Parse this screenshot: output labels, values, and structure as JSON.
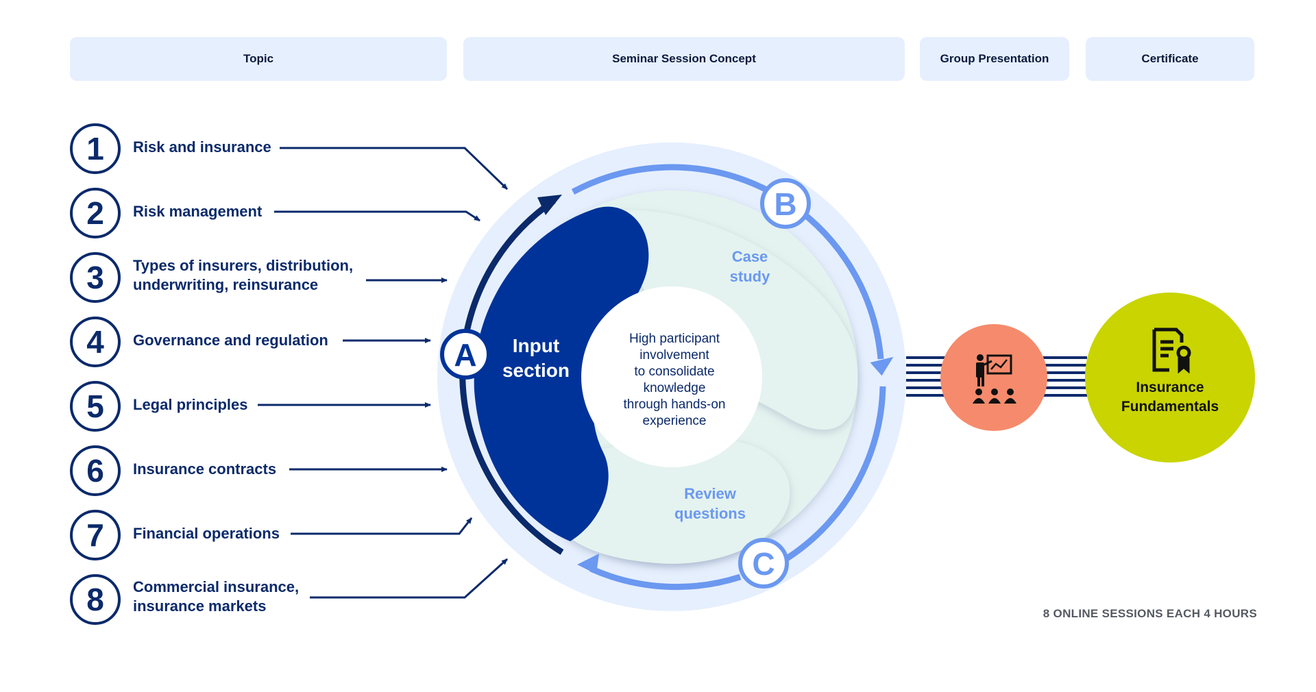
{
  "header": {
    "topic": "Topic",
    "seminar": "Seminar Session Concept",
    "group": "Group Presentation",
    "certificate": "Certificate"
  },
  "topics": [
    {
      "num": "1",
      "lines": [
        "Risk and insurance"
      ]
    },
    {
      "num": "2",
      "lines": [
        "Risk management"
      ]
    },
    {
      "num": "3",
      "lines": [
        "Types of insurers, distribution,",
        "underwriting, reinsurance"
      ]
    },
    {
      "num": "4",
      "lines": [
        "Governance and regulation"
      ]
    },
    {
      "num": "5",
      "lines": [
        "Legal principles"
      ]
    },
    {
      "num": "6",
      "lines": [
        "Insurance contracts"
      ]
    },
    {
      "num": "7",
      "lines": [
        "Financial operations"
      ]
    },
    {
      "num": "8",
      "lines": [
        "Commercial insurance,",
        "insurance markets"
      ]
    }
  ],
  "cycle": {
    "a_letter": "A",
    "b_letter": "B",
    "c_letter": "C",
    "input_lines": [
      "Input",
      "section"
    ],
    "case_lines": [
      "Case",
      "study"
    ],
    "review_lines": [
      "Review",
      "questions"
    ],
    "center_lines": [
      "High participant",
      "involvement",
      "to consolidate",
      "knowledge",
      "through hands-on",
      "experience"
    ]
  },
  "group": {
    "icon": "presentation-icon"
  },
  "certificate": {
    "icon": "certificate-icon",
    "lines": [
      "Insurance",
      "Fundamentals"
    ]
  },
  "footer": {
    "note": "8 ONLINE SESSIONS EACH 4 HOURS"
  },
  "colors": {
    "navy": "#0b2a6b",
    "royal": "#003399",
    "light_blue": "#6b98f0",
    "ring_bg": "#e6effd",
    "mint": "#e4f3ef",
    "salmon": "#f58b6c",
    "lime": "#c9d400"
  }
}
